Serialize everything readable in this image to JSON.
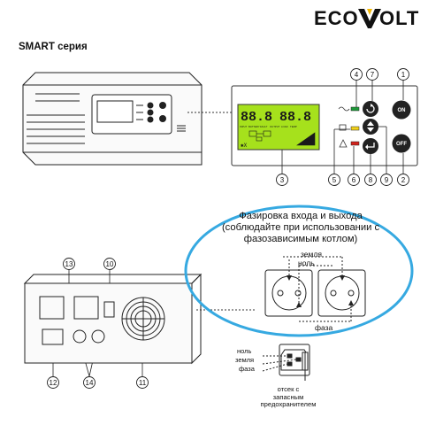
{
  "brand": {
    "part1": "ECO",
    "part2": "OLT"
  },
  "series_title": "SMART серия",
  "phasing_note": {
    "line1": "Фазировка входа и выхода",
    "line2": "(соблюдайте при использовании с",
    "line3": "фазозависимым котлом)"
  },
  "socket_labels": {
    "ground": "земля",
    "neutral": "ноль",
    "phase": "фаза"
  },
  "inlet_labels": {
    "neutral": "ноль",
    "ground": "земля",
    "phase": "фаза"
  },
  "fuse_note": {
    "line1": "отсек с",
    "line2": "запасным",
    "line3": "предохранителем"
  },
  "buttons": {
    "on": "ON",
    "off": "OFF"
  },
  "lcd": {
    "left_reading": "88.8",
    "right_reading": "88.8",
    "warn_symbol": "✱X"
  },
  "lcd_status": [
    "INPUT",
    "BATTERY",
    "FAULT",
    "OUTPUT",
    "LOAD",
    "TEMP"
  ],
  "callouts": {
    "c1": "1",
    "c2": "2",
    "c3": "3",
    "c4": "4",
    "c5": "5",
    "c6": "6",
    "c7": "7",
    "c8": "8",
    "c9": "9",
    "c10": "10",
    "c11": "11",
    "c12": "12",
    "c13": "13",
    "c14": "14"
  },
  "colors": {
    "lcd_green": "#a6e11c",
    "led_green": "#1f9a3a",
    "led_yellow": "#f2d11a",
    "led_red": "#d2231c",
    "oval_blue": "#36a9e1",
    "logo_accent": "#f2b705"
  }
}
